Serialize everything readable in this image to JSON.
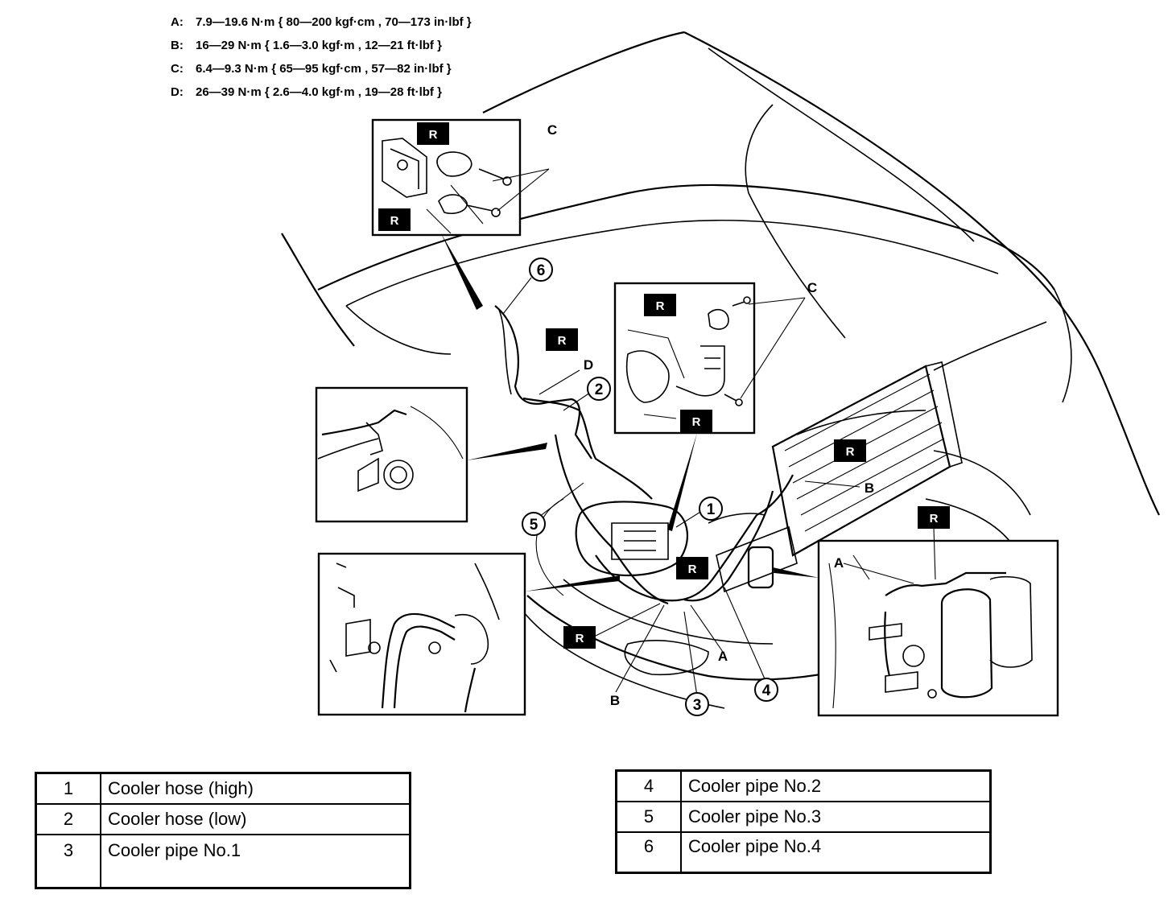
{
  "torque_specs": [
    {
      "key": "A:",
      "value": "7.9—19.6 N·m { 80—200 kgf·cm , 70—173 in·lbf }"
    },
    {
      "key": "B:",
      "value": "16—29 N·m { 1.6—3.0 kgf·m , 12—21 ft·lbf }"
    },
    {
      "key": "C:",
      "value": "6.4—9.3 N·m { 65—95 kgf·cm , 57—82 in·lbf }"
    },
    {
      "key": "D:",
      "value": "26—39 N·m { 2.6—4.0 kgf·m , 19—28 ft·lbf }"
    }
  ],
  "callouts": {
    "replace": "R",
    "letter_a": "A",
    "letter_b": "B",
    "letter_c": "C",
    "letter_d": "D",
    "num_1": "1",
    "num_2": "2",
    "num_3": "3",
    "num_4": "4",
    "num_5": "5",
    "num_6": "6"
  },
  "parts_left": [
    {
      "num": "1",
      "name": "Cooler hose (high)"
    },
    {
      "num": "2",
      "name": "Cooler hose (low)"
    },
    {
      "num": "3",
      "name": "Cooler pipe No.1"
    }
  ],
  "parts_right": [
    {
      "num": "4",
      "name": "Cooler pipe No.2"
    },
    {
      "num": "5",
      "name": "Cooler pipe No.3"
    },
    {
      "num": "6",
      "name": "Cooler pipe No.4"
    }
  ]
}
